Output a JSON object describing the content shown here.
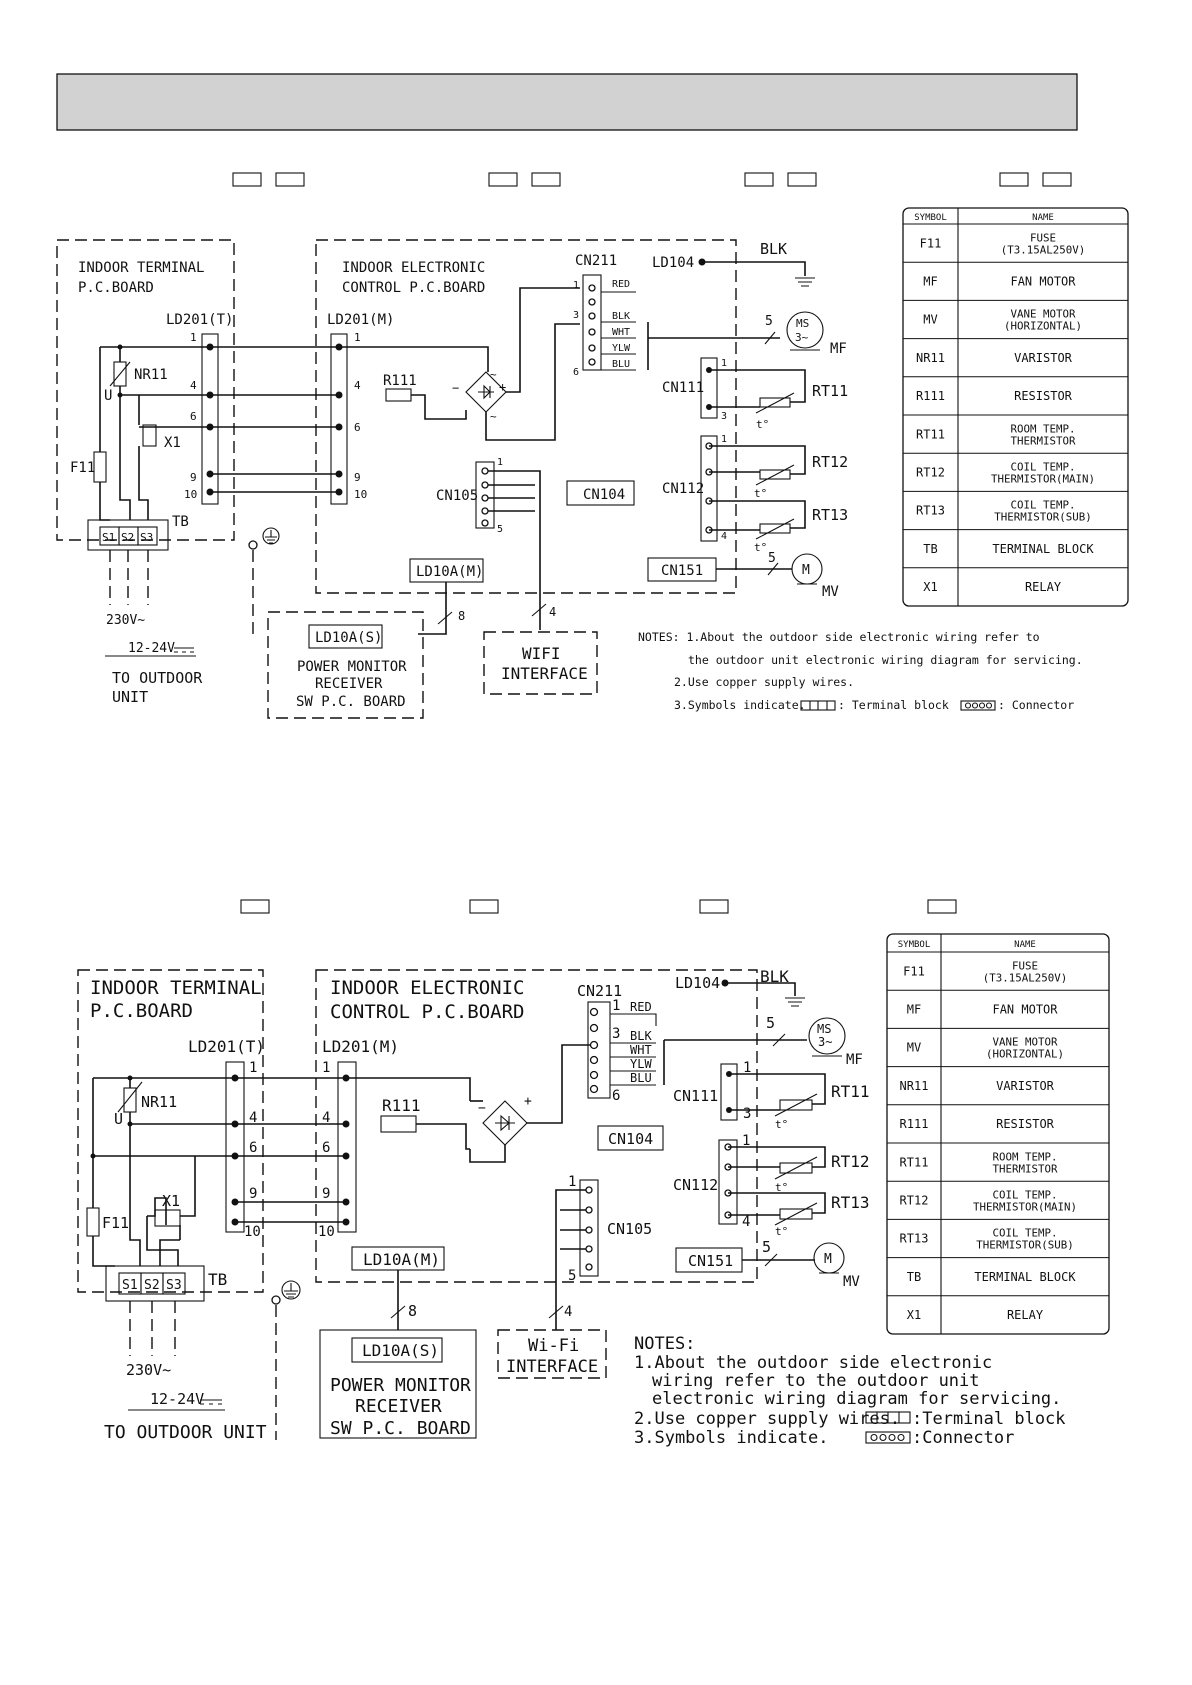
{
  "header": {
    "title": ""
  },
  "top": {
    "terminal_board": [
      "INDOOR TERMINAL",
      "P.C.BOARD"
    ],
    "control_board": [
      "INDOOR ELECTRONIC",
      "CONTROL P.C.BOARD"
    ],
    "ld201t": "LD201(T)",
    "ld201m": "LD201(M)",
    "cn211": "CN211",
    "ld104": "LD104",
    "blk": "BLK",
    "wires": [
      "RED",
      "BLK",
      "WHT",
      "YLW",
      "BLU"
    ],
    "pins": {
      "p1": "1",
      "p3": "3",
      "p4": "4",
      "p5": "5",
      "p6": "6",
      "p9": "9",
      "p10": "10",
      "p8": "8"
    },
    "r111": "R111",
    "nr11": "NR11",
    "u": "U",
    "x1": "X1",
    "f11": "F11",
    "tb": "TB",
    "s1": "S1",
    "s2": "S2",
    "s3": "S3",
    "cn111": "CN111",
    "cn112": "CN112",
    "cn104": "CN104",
    "cn105": "CN105",
    "cn151": "CN151",
    "rt11": "RT11",
    "rt12": "RT12",
    "rt13": "RT13",
    "t": "t°",
    "ms": "MS",
    "ms3": "3~",
    "mf": "MF",
    "m": "M",
    "mv": "MV",
    "ld10am": "LD10A(M)",
    "ld10as": "LD10A(S)",
    "power_monitor": [
      "POWER MONITOR",
      "RECEIVER",
      "SW P.C. BOARD"
    ],
    "wifi": [
      "WIFI",
      "INTERFACE"
    ],
    "v230": "230V~",
    "v1224": "12-24V",
    "outdoor": [
      "TO OUTDOOR",
      "UNIT"
    ],
    "notes": [
      "NOTES: 1.About the outdoor side electronic wiring refer to",
      "the outdoor unit electronic wiring diagram for servicing.",
      "2.Use copper supply wires.",
      "3.Symbols indicate.",
      ": Terminal block",
      ": Connector"
    ]
  },
  "bottom": {
    "terminal_board": [
      "INDOOR TERMINAL",
      "P.C.BOARD"
    ],
    "control_board": [
      "INDOOR ELECTRONIC",
      "CONTROL P.C.BOARD"
    ],
    "wifi": [
      "Wi-Fi",
      "INTERFACE"
    ],
    "outdoor": "TO OUTDOOR UNIT",
    "notes": [
      "NOTES:",
      "1.About the outdoor side electronic",
      "wiring refer to the outdoor unit",
      "electronic wiring diagram for servicing.",
      "2.Use copper supply wires.",
      "3.Symbols indicate.",
      ":Terminal block",
      ":Connector"
    ]
  },
  "legend": {
    "header": [
      "SYMBOL",
      "NAME"
    ],
    "rows": [
      {
        "symbol": "F11",
        "name": [
          "FUSE",
          "(T3.15AL250V)"
        ]
      },
      {
        "symbol": "MF",
        "name": [
          "FAN MOTOR"
        ]
      },
      {
        "symbol": "MV",
        "name": [
          "VANE MOTOR",
          "(HORIZONTAL)"
        ]
      },
      {
        "symbol": "NR11",
        "name": [
          "VARISTOR"
        ]
      },
      {
        "symbol": "R111",
        "name": [
          "RESISTOR"
        ]
      },
      {
        "symbol": "RT11",
        "name": [
          "ROOM TEMP.",
          "THERMISTOR"
        ]
      },
      {
        "symbol": "RT12",
        "name": [
          "COIL TEMP.",
          "THERMISTOR(MAIN)"
        ]
      },
      {
        "symbol": "RT13",
        "name": [
          "COIL TEMP.",
          "THERMISTOR(SUB)"
        ]
      },
      {
        "symbol": "TB",
        "name": [
          "TERMINAL BLOCK"
        ]
      },
      {
        "symbol": "X1",
        "name": [
          "RELAY"
        ]
      }
    ]
  }
}
